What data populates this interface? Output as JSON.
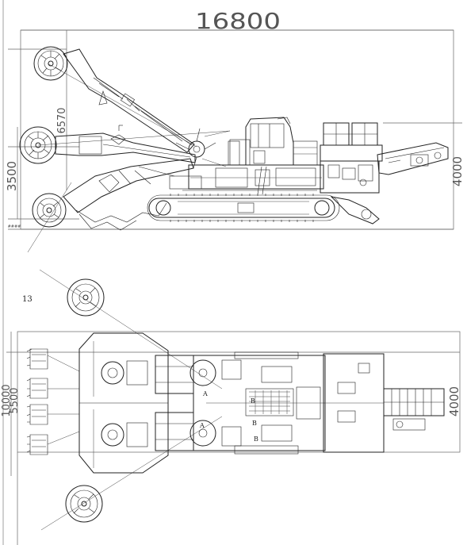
{
  "side_view": {
    "total_length_label": "16800",
    "height_max_label": "4000",
    "height_mid_label": "3500",
    "arm_offset_label": "6570",
    "ground_label": "####"
  },
  "top_view": {
    "view_number": "13",
    "total_width_label": "10000",
    "cut_width_label": "5500",
    "body_width_label": "4000",
    "section_a_upper": "A",
    "section_b_upper": "B",
    "section_a_lower": "A",
    "section_b_lower": "B"
  }
}
